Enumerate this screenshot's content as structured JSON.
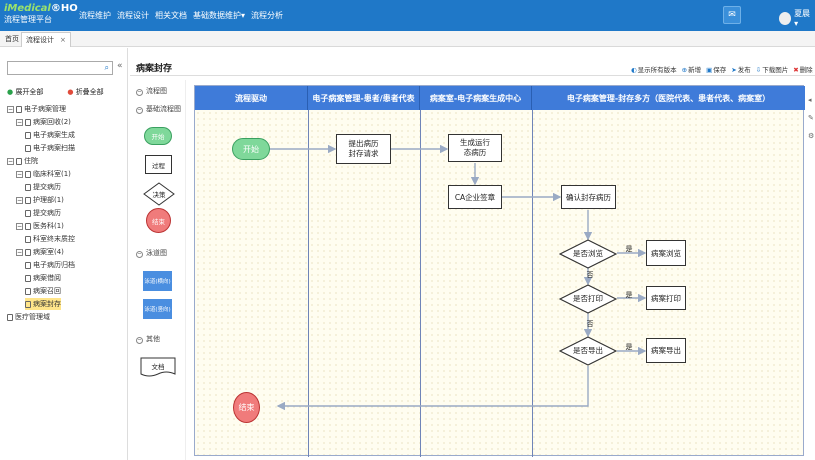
{
  "header": {
    "logo_brand": "iMedical",
    "logo_suffix": "®HO",
    "logo_subtitle": "流程管理平台",
    "nav": [
      "流程维护",
      "流程设计",
      "相关文档",
      "基础数据维护▾",
      "流程分析"
    ],
    "icon": "chat-icon",
    "user_name": "夏晨 ▾"
  },
  "tabs": [
    {
      "label": "首页"
    },
    {
      "label": "流程设计",
      "close": "×",
      "active": true
    }
  ],
  "sidebar": {
    "search_placeholder": "",
    "expand_all": "展开全部",
    "collapse_all": "折叠全部",
    "tree": [
      {
        "label": "电子病案管理",
        "level": 0,
        "toggle": "⊟"
      },
      {
        "label": "病案回收(2)",
        "level": 1,
        "toggle": "⊟"
      },
      {
        "label": "电子病案生成",
        "level": 2
      },
      {
        "label": "电子病案扫描",
        "level": 2
      },
      {
        "label": "住院",
        "level": 0,
        "toggle": "⊟"
      },
      {
        "label": "临床科室(1)",
        "level": 1,
        "toggle": "⊟"
      },
      {
        "label": "提交病历",
        "level": 2
      },
      {
        "label": "护理部(1)",
        "level": 1,
        "toggle": "⊟"
      },
      {
        "label": "提交病历",
        "level": 2
      },
      {
        "label": "医务科(1)",
        "level": 1,
        "toggle": "⊟"
      },
      {
        "label": "科室终末质控",
        "level": 2
      },
      {
        "label": "病案室(4)",
        "level": 1,
        "toggle": "⊟"
      },
      {
        "label": "电子病历归档",
        "level": 2
      },
      {
        "label": "病案借阅",
        "level": 2
      },
      {
        "label": "病案召回",
        "level": 2
      },
      {
        "label": "病案封存",
        "level": 2,
        "selected": true
      },
      {
        "label": "医疗管理域",
        "level": 0
      }
    ]
  },
  "page": {
    "title": "病案封存",
    "toolbar": [
      {
        "icon": "display-icon",
        "label": "显示所有版本"
      },
      {
        "icon": "add-icon",
        "label": "新增"
      },
      {
        "icon": "save-icon",
        "label": "保存"
      },
      {
        "icon": "publish-icon",
        "label": "发布"
      },
      {
        "icon": "download-image-icon",
        "label": "下载图片"
      },
      {
        "icon": "delete-icon",
        "label": "删除"
      }
    ]
  },
  "stencil": {
    "flowchart_section": "流程图",
    "basic_section": "基础流程图",
    "start": "开始",
    "process": "过程",
    "decision": "决策",
    "end": "结束",
    "lane_section": "泳道图",
    "lane_h": "泳道(横向)",
    "lane_v": "泳道(竖向)",
    "other_section": "其他",
    "document": "文档"
  },
  "diagram": {
    "lanes": [
      "流程驱动",
      "电子病案管理-患者/患者代表",
      "病案室-电子病案生成中心",
      "电子病案管理-封存多方（医院代表、患者代表、病案室）"
    ],
    "nodes": {
      "start": "开始",
      "submit1": "提出病历",
      "submit2": "封存请求",
      "gen1": "生成运行",
      "gen2": "态病历",
      "ca": "CA企业签章",
      "confirm": "确认封存病历",
      "d1": "是否浏览",
      "d2": "是否打印",
      "d3": "是否导出",
      "browse": "病案浏览",
      "print": "病案打印",
      "export": "病案导出",
      "end": "结束"
    },
    "yes": "是",
    "no": "否"
  },
  "colors": {
    "header_bg": "#1f78c8",
    "lane_header": "#3f7bd9",
    "start_fill": "#7fd89a",
    "end_fill": "#f07b7b",
    "selected_bg": "#ffe58a"
  }
}
